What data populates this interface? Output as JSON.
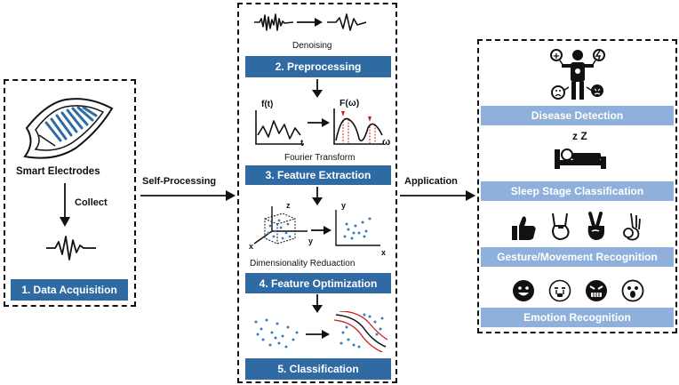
{
  "left": {
    "device_label": "Smart Electrodes",
    "collect_label": "Collect",
    "step_label": "1. Data Acquisition"
  },
  "connectors": {
    "self_processing": "Self-Processing",
    "application": "Application"
  },
  "middle": {
    "denoising_caption": "Denoising",
    "step2_label": "2. Preprocessing",
    "ft_ylabel_time": "f(t)",
    "ft_xlabel_time": "t",
    "ft_ylabel_freq": "F(ω)",
    "ft_xlabel_freq": "ω",
    "fourier_caption": "Fourier Transform",
    "step3_label": "3. Feature Extraction",
    "axis_z": "z",
    "axis_x": "x",
    "axis_y": "y",
    "dimred_caption": "Dimensionality Reduaction",
    "step4_label": "4. Feature Optimization",
    "step5_label": "5. Classification"
  },
  "right": {
    "app1_label": "Disease Detection",
    "app2_label": "Sleep Stage Classification",
    "app3_label": "Gesture/Movement Recognition",
    "app4_label": "Emotion Recognition",
    "sleep_zz": "z Z"
  },
  "colors": {
    "step_banner": "#2f6aa3",
    "app_banner": "#8fb0da",
    "dots": "#3a7fc1",
    "freq_red": "#d11d1d"
  }
}
